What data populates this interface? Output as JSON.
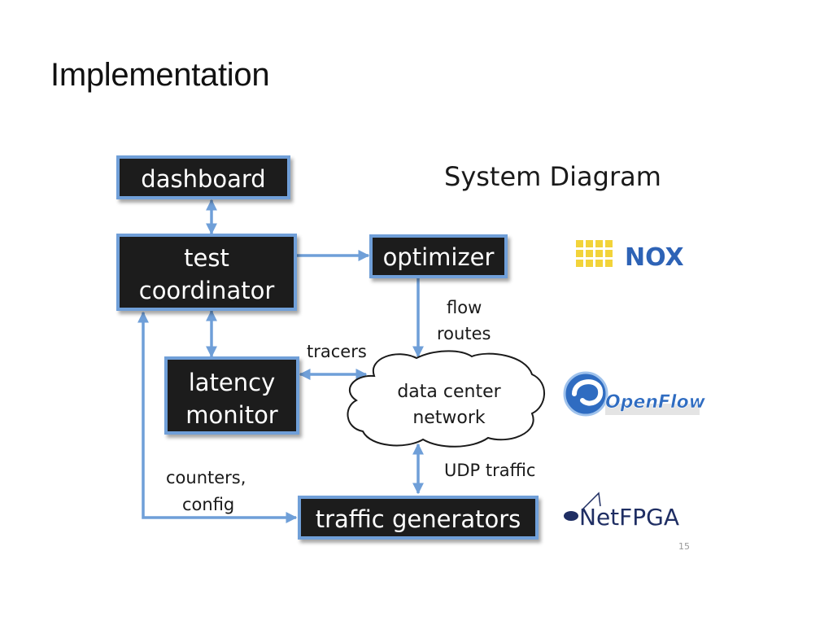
{
  "slide": {
    "title": "Implementation",
    "page_number": "15"
  },
  "diagram": {
    "heading": "System Diagram",
    "boxes": {
      "dashboard": "dashboard",
      "test_coordinator_line1": "test",
      "test_coordinator_line2": "coordinator",
      "optimizer": "optimizer",
      "latency_monitor_line1": "latency",
      "latency_monitor_line2": "monitor",
      "traffic_generators": "traffic generators"
    },
    "cloud": {
      "line1": "data center",
      "line2": "network"
    },
    "edge_labels": {
      "flow": "flow",
      "routes": "routes",
      "tracers": "tracers",
      "udp_traffic": "UDP traffic",
      "counters": "counters,",
      "config": "config"
    },
    "logos": {
      "nox": "NOX",
      "openflow": "OpenFlow",
      "netfpga": "NetFPGA"
    },
    "colors": {
      "box_fill": "#1f1f1f",
      "box_border": "#6f9fd8",
      "arrow": "#6f9fd8",
      "nox_blue": "#2e63b6",
      "nox_yellow": "#f2d33a",
      "openflow_blue": "#2f6cc1",
      "netfpga_navy": "#1f2e63"
    }
  }
}
